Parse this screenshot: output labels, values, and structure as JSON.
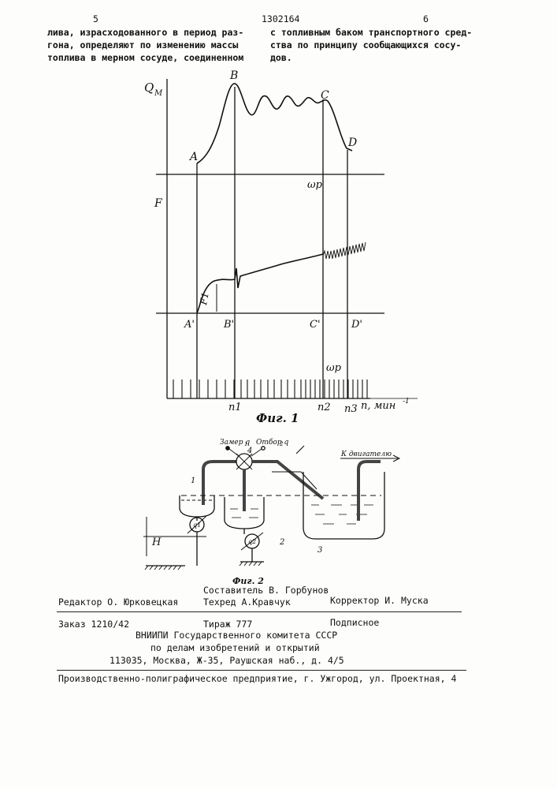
{
  "header": {
    "page_left": "5",
    "patent_no": "1302164",
    "page_right": "6"
  },
  "body_text": {
    "left_lines": [
      "лива, израсходованного в период раз-",
      "гона, определяют по изменению массы",
      "топлива в мерном сосуде, соединенном"
    ],
    "right_lines": [
      "с топливным баком транспортного сред-",
      "ства по принципу сообщающихся сосу-",
      "дов."
    ]
  },
  "fig1": {
    "caption": "Фиг. 1",
    "axis_q": "Q",
    "axis_q_sub": "M",
    "axis_f": "F",
    "axis_n": "n, мин",
    "axis_n_sup": "-1",
    "points_top": [
      "A",
      "B",
      "C",
      "D"
    ],
    "points_bottom": [
      "A'",
      "B'",
      "C'",
      "D'"
    ],
    "omega_label": "ωp",
    "f1_label": "F1",
    "n_labels": [
      "n1",
      "n2",
      "n3"
    ]
  },
  "fig2": {
    "caption": "Фиг. 2",
    "label_measure": "Замер q",
    "label_measure_sub": "1",
    "label_take": "Отбор q",
    "label_take_sub": "2",
    "label_to_engine": "К двигателю",
    "label_h": "H",
    "part_numbers": [
      "1",
      "2",
      "3",
      "4"
    ],
    "gauge_labels": [
      "q1",
      "q2"
    ]
  },
  "footer": {
    "editor": "Редактор  О. Юрковецкая",
    "compiler": "Составитель В. Горбунов",
    "techred": "Техред А.Кравчук",
    "corrector": "Корректор И. Муска",
    "order": "Заказ 1210/42",
    "circulation": "Тираж 777",
    "subscription": "Подписное",
    "org_line1": "ВНИИПИ Государственного комитета СССР",
    "org_line2": "по делам изобретений и открытий",
    "address": "113035, Москва, Ж-35, Раушская наб., д. 4/5",
    "printer": "Производственно-полиграфическое предприятие, г. Ужгород, ул. Проектная, 4"
  }
}
